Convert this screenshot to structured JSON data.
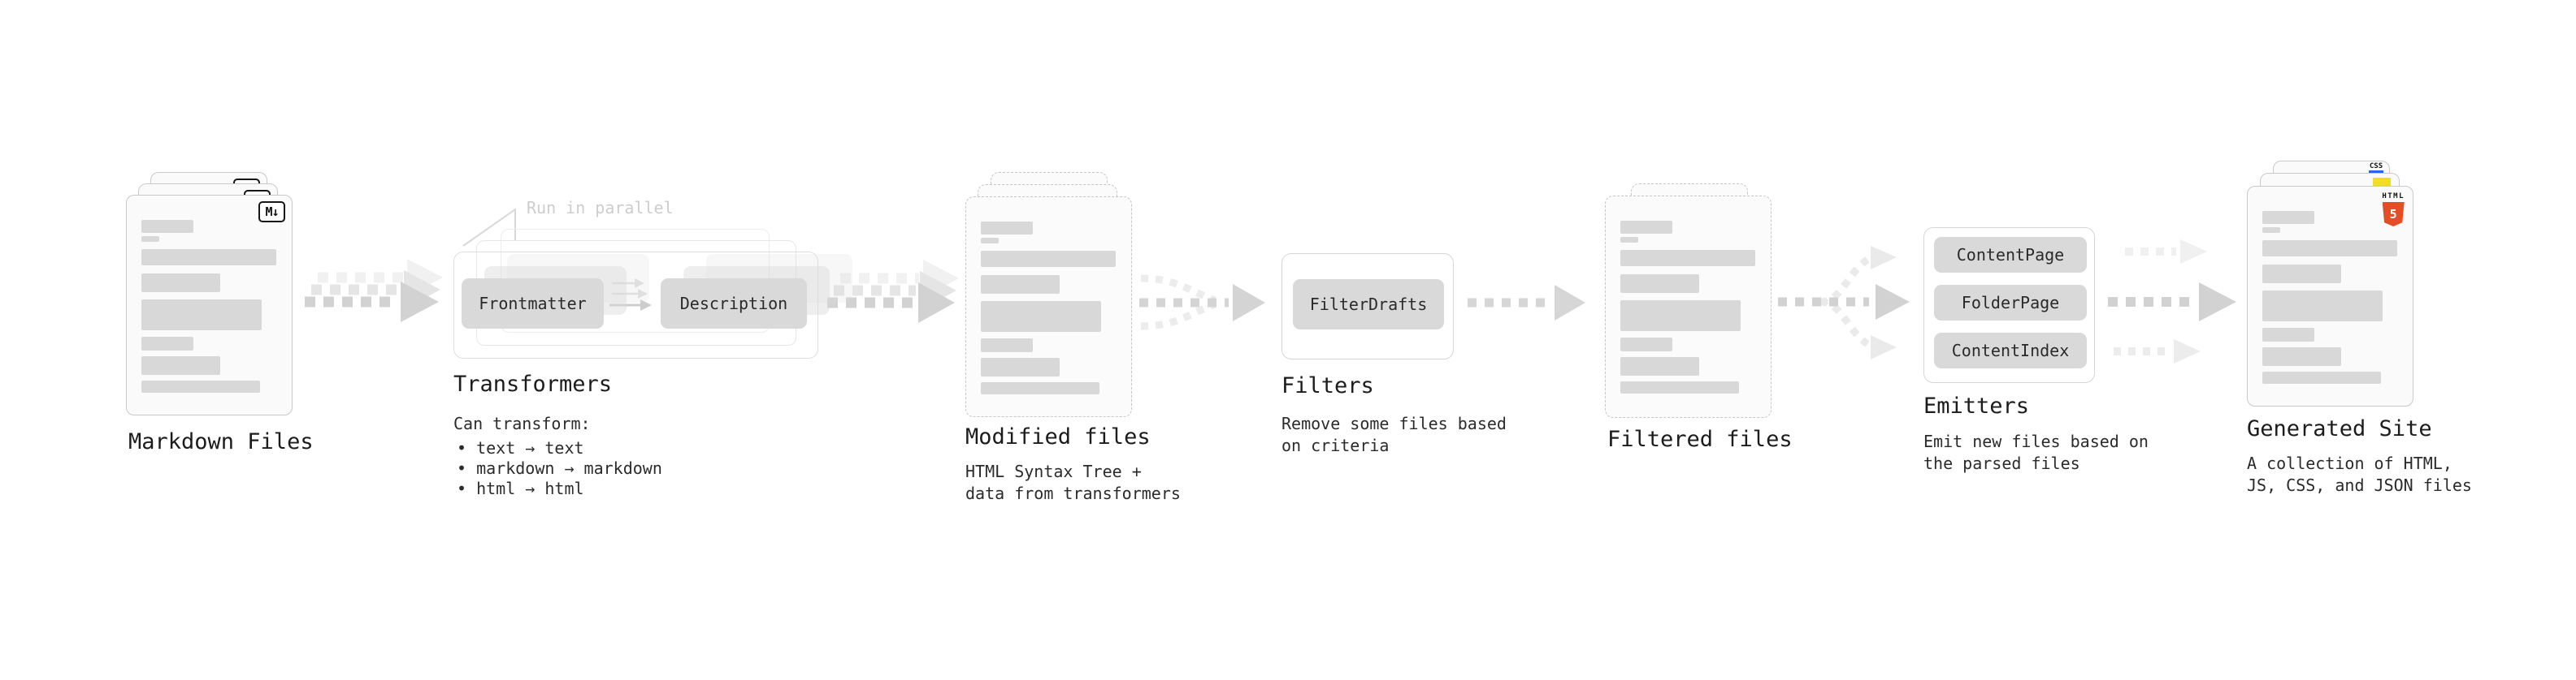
{
  "colors": {
    "html5_orange": "#e44d26",
    "js_yellow": "#f3dc26",
    "css_blue": "#2962ff"
  },
  "nodes": {
    "markdown": {
      "title": "Markdown Files",
      "badge": "M↓"
    },
    "transformers": {
      "title": "Transformers",
      "annotation": "Run in parallel",
      "step1": "Frontmatter",
      "step2": "Description",
      "desc_heading": "Can transform:",
      "bullet1": "• text → text",
      "bullet2": "• markdown → markdown",
      "bullet3": "• html → html"
    },
    "modified": {
      "title": "Modified files",
      "description": "HTML Syntax Tree +\ndata from transformers"
    },
    "filters": {
      "title": "Filters",
      "item1": "FilterDrafts",
      "description": "Remove some files based\non criteria"
    },
    "filtered": {
      "title": "Filtered files"
    },
    "emitters": {
      "title": "Emitters",
      "item1": "ContentPage",
      "item2": "FolderPage",
      "item3": "ContentIndex",
      "description": "Emit new files based on\nthe parsed files"
    },
    "generated": {
      "title": "Generated Site",
      "description": "A collection of HTML,\nJS, CSS, and JSON files",
      "html_badge_label": "HTML",
      "html_badge_number": "5",
      "css_badge_label": "CSS"
    }
  }
}
